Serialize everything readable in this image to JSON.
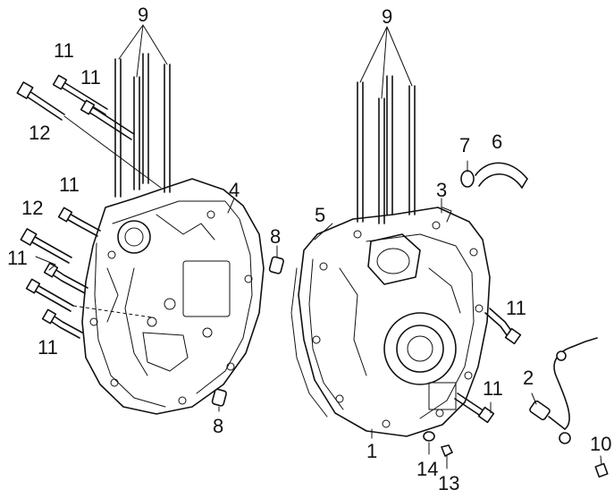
{
  "diagram": {
    "callouts": {
      "c9_left": "9",
      "c9_right": "9",
      "c11_top_a": "11",
      "c11_top_b": "11",
      "c12_top": "12",
      "c11_mid": "11",
      "c12_mid": "12",
      "c11_group": "11",
      "c11_low": "11",
      "c4": "4",
      "c8_top": "8",
      "c8_bottom": "8",
      "c5": "5",
      "c3": "3",
      "c7": "7",
      "c6": "6",
      "c11_right": "11",
      "c11_right_low": "11",
      "c2": "2",
      "c1": "1",
      "c14": "14",
      "c13": "13",
      "c10": "10"
    }
  }
}
